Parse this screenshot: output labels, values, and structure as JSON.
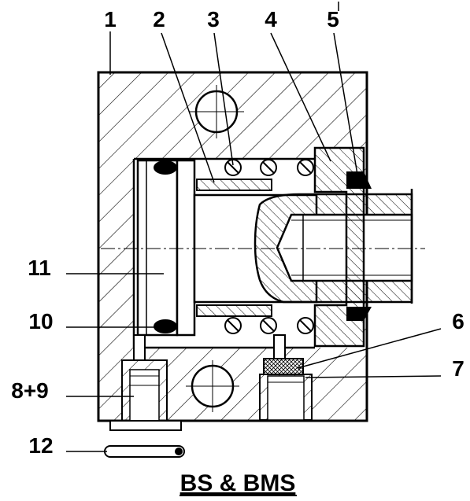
{
  "caption": "BS & BMS",
  "callouts": {
    "c1": "1",
    "c2": "2",
    "c3": "3",
    "c4": "4",
    "c5": "5",
    "c6": "6",
    "c7": "7",
    "c89": "8+9",
    "c10": "10",
    "c11": "11",
    "c12": "12"
  }
}
